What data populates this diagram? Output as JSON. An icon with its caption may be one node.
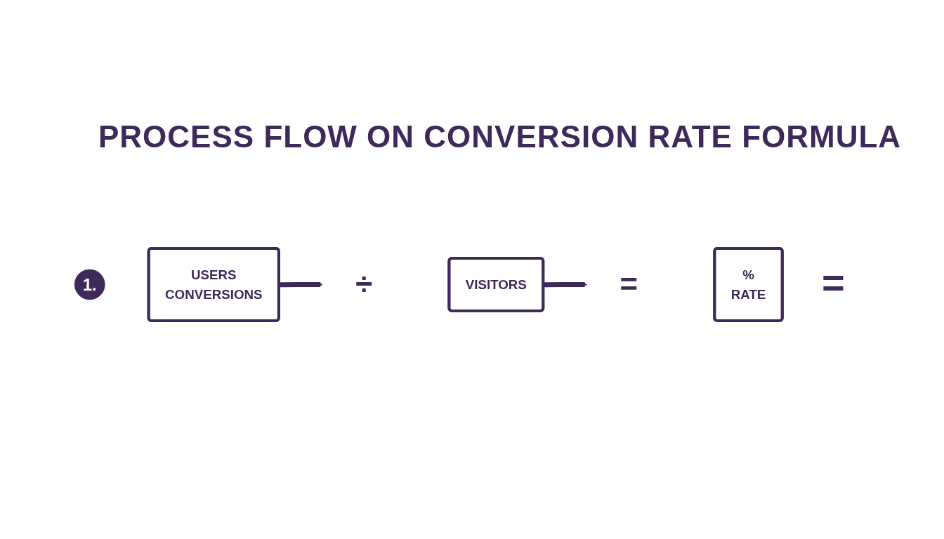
{
  "diagram": {
    "title": "PROCESS FLOW ON CONVERSION RATE FORMULA",
    "nodes": [
      {
        "text": [
          "1."
        ]
      },
      {
        "text": [
          "USERS",
          "CONVERSIONS"
        ]
      },
      {
        "text": [
          "÷"
        ]
      },
      {
        "text": [
          "VISITORS"
        ]
      },
      {
        "text": [
          "="
        ]
      },
      {
        "text": [
          "%",
          "RATE"
        ]
      }
    ],
    "edges": [
      {
        "from": 1,
        "to": 2,
        "arrow": "to"
      },
      {
        "from": 3,
        "to": 4,
        "arrow": "to"
      }
    ],
    "labels": [
      "="
    ]
  }
}
